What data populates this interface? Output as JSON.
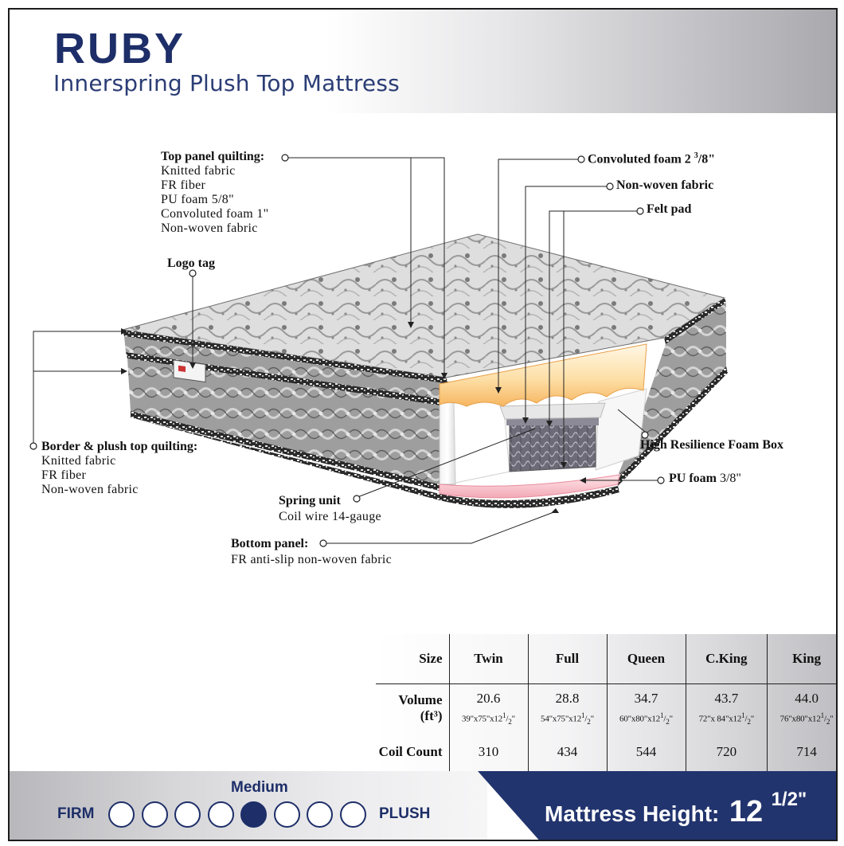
{
  "product": {
    "name": "RUBY",
    "subtitle": "Innerspring Plush Top Mattress"
  },
  "labels": {
    "top_panel": {
      "heading": "Top panel quilting:",
      "items": [
        "Knitted fabric",
        "FR fiber",
        "PU foam 5/8\"",
        "Convoluted foam 1\"",
        "Non-woven fabric"
      ]
    },
    "logo_tag": "Logo tag",
    "border": {
      "heading": "Border & plush top quilting:",
      "items": [
        "Knitted fabric",
        "FR fiber",
        "Non-woven fabric"
      ]
    },
    "spring_unit": {
      "heading": "Spring unit",
      "detail": "Coil wire 14-gauge"
    },
    "bottom_panel": {
      "heading": "Bottom panel:",
      "detail": "FR anti-slip non-woven fabric"
    },
    "convoluted_foam": {
      "text": "Convoluted foam 2",
      "sup": "3",
      "rest": "/8\""
    },
    "non_woven": "Non-woven fabric",
    "felt_pad": "Felt pad",
    "foam_box": "High Resilience Foam Box",
    "pu_foam": {
      "text": "PU foam",
      "rest": "3/8\""
    }
  },
  "spec_table": {
    "row_headers": {
      "size": "Size",
      "volume": "Volume",
      "volume_unit": "(ft³)",
      "coil": "Coil Count"
    },
    "sizes": [
      {
        "name": "Twin",
        "volume": "20.6",
        "dims": "39\"x75\"x12",
        "coil": "310"
      },
      {
        "name": "Full",
        "volume": "28.8",
        "dims": "54\"x75\"x12",
        "coil": "434"
      },
      {
        "name": "Queen",
        "volume": "34.7",
        "dims": "60\"x80\"x12",
        "coil": "544"
      },
      {
        "name": "C.King",
        "volume": "43.7",
        "dims": "72\"x 84\"x12",
        "coil": "720"
      },
      {
        "name": "King",
        "volume": "44.0",
        "dims": "76\"x80\"x12",
        "coil": "714"
      }
    ],
    "dims_fraction": {
      "num": "1",
      "den": "2",
      "suffix": "\""
    }
  },
  "firmness": {
    "left": "FIRM",
    "right": "PLUSH",
    "selected_label": "Medium",
    "count": 8,
    "selected_index": 4
  },
  "height": {
    "label": "Mattress Height:",
    "whole": "12",
    "fraction": "1/2\""
  },
  "colors": {
    "navy": "#1d2e68",
    "banner": "#22346e"
  }
}
